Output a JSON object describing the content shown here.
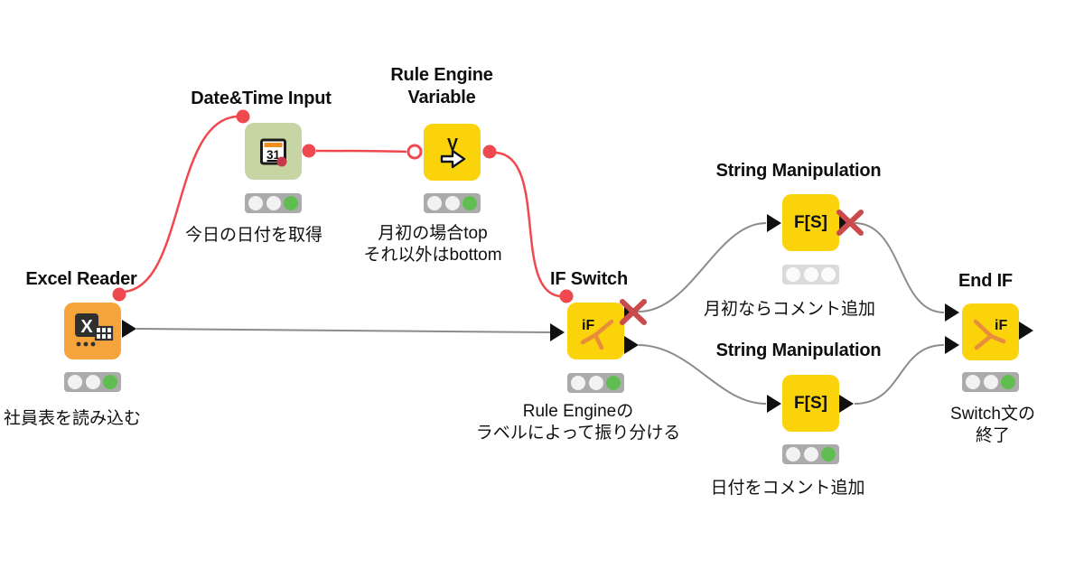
{
  "workflow": {
    "type": "KNIME workflow canvas",
    "background": "#ffffff"
  },
  "colors": {
    "node_yellow": "#fbd30a",
    "node_orange": "#f5a43c",
    "node_green": "#c7d5a4",
    "edge_data": "#8c8c8c",
    "edge_variable": "#f0484f",
    "status_green": "#5fbe4f",
    "status_off": "#f2f2f2",
    "traffic_bar": "#ababab",
    "traffic_bar_inactive": "#dadada",
    "inactive_x": "#c94b4b",
    "branch_icon_orange": "#e98d3c"
  },
  "icons": {
    "excel": "X",
    "calendar_day": "31",
    "variable": "V",
    "if_switch": "iF",
    "end_if": "iF",
    "string_manipulation": "F[S]"
  },
  "nodes": [
    {
      "id": "excel-reader",
      "title": "Excel Reader",
      "caption": "社員表を読み込む",
      "status_lights": [
        "off",
        "off",
        "green"
      ]
    },
    {
      "id": "date-time-input",
      "title": "Date&Time Input",
      "caption": "今日の日付を取得",
      "status_lights": [
        "off",
        "off",
        "green"
      ]
    },
    {
      "id": "rule-engine-variable",
      "title": "Rule Engine\nVariable",
      "caption": "月初の場合top\nそれ以外はbottom",
      "status_lights": [
        "off",
        "off",
        "green"
      ]
    },
    {
      "id": "if-switch",
      "title": "IF Switch",
      "caption": "Rule Engineの\nラベルによって振り分ける",
      "status_lights": [
        "off",
        "off",
        "green"
      ],
      "top_output_inactive": true
    },
    {
      "id": "string-manipulation-top",
      "title": "String Manipulation",
      "caption": "月初ならコメント追加",
      "status_lights": [
        "off",
        "off",
        "off"
      ],
      "output_inactive": true
    },
    {
      "id": "string-manipulation-bottom",
      "title": "String Manipulation",
      "caption": "日付をコメント追加",
      "status_lights": [
        "off",
        "off",
        "green"
      ]
    },
    {
      "id": "end-if",
      "title": "End IF",
      "caption": "Switch文の終了",
      "status_lights": [
        "off",
        "off",
        "green"
      ]
    }
  ],
  "connections": [
    {
      "from": "excel-reader",
      "to": "date-time-input",
      "type": "flow-variable"
    },
    {
      "from": "date-time-input",
      "to": "rule-engine-variable",
      "type": "flow-variable"
    },
    {
      "from": "rule-engine-variable",
      "to": "if-switch",
      "type": "flow-variable"
    },
    {
      "from": "excel-reader",
      "to": "if-switch",
      "type": "data"
    },
    {
      "from": "if-switch",
      "to": "string-manipulation-top",
      "type": "data"
    },
    {
      "from": "if-switch",
      "to": "string-manipulation-bottom",
      "type": "data"
    },
    {
      "from": "string-manipulation-top",
      "to": "end-if",
      "type": "data"
    },
    {
      "from": "string-manipulation-bottom",
      "to": "end-if",
      "type": "data"
    }
  ]
}
